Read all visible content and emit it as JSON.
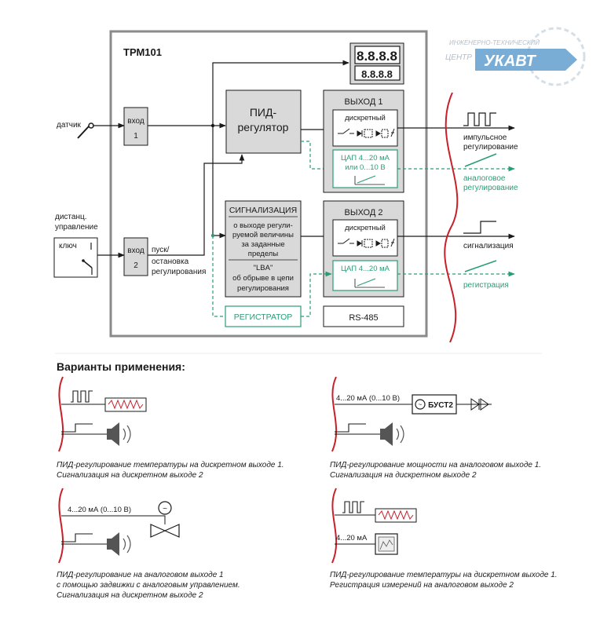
{
  "device": {
    "title": "ТРМ101",
    "display_top": "8.8.8.8",
    "display_bottom": "8.8.8.8"
  },
  "watermark": {
    "line1": "ИНЖЕНЕРНО-ТЕХНИЧЕСКИЙ",
    "line2": "ЦЕНТР",
    "logo": "УКАВТ"
  },
  "inputs": {
    "sensor_label": "датчик",
    "input1": [
      "вход",
      "1"
    ],
    "remote_label": [
      "дистанц.",
      "управление"
    ],
    "key_label": "ключ",
    "input2": [
      "вход",
      "2"
    ],
    "start_stop": [
      "пуск/",
      "остановка",
      "регулирования"
    ]
  },
  "pid": {
    "lines": [
      "ПИД-",
      "регулятор"
    ]
  },
  "output1": {
    "title": "ВЫХОД 1",
    "discrete": "дискретный",
    "dac": [
      "ЦАП 4...20 мА",
      "или 0...10 В"
    ]
  },
  "alarm": {
    "title": "СИГНАЛИЗАЦИЯ",
    "lines1": [
      "о выходе регули-",
      "руемой величины",
      "за заданные",
      "пределы"
    ],
    "lines2": [
      "\"LBA\"",
      "об обрыве в цепи",
      "регулирования"
    ]
  },
  "output2": {
    "title": "ВЫХОД 2",
    "discrete": "дискретный",
    "dac": "ЦАП 4...20 мА"
  },
  "recorder": "РЕГИСТРАТОР",
  "rs485": "RS-485",
  "right_labels": {
    "impulse": [
      "импульсное",
      "регулирование"
    ],
    "analog": [
      "аналоговое",
      "регулирование"
    ],
    "alarm": "сигнализация",
    "registration": "регистрация"
  },
  "variants": {
    "heading": "Варианты применения:",
    "items": [
      {
        "caption": [
          "ПИД-регулирование температуры на дискретном выходе 1.",
          "Сигнализация на дискретном выходе 2"
        ]
      },
      {
        "signal": "4...20 мА (0...10 В)",
        "device": "БУСТ2",
        "caption": [
          "ПИД-регулирование мощности на аналоговом выходе 1.",
          "Сигнализация на дискретном выходе 2"
        ]
      },
      {
        "signal": "4...20 мА (0...10 В)",
        "caption": [
          "ПИД-регулирование на аналоговом выходе 1",
          "с помощью задвижки с аналоговым управлением.",
          "Сигнализация на дискретном выходе 2"
        ]
      },
      {
        "signal": "4...20 мА",
        "caption": [
          "ПИД-регулирование температуры на дискретном выходе 1.",
          "Регистрация измерений на аналоговом выходе 2"
        ]
      }
    ]
  },
  "colors": {
    "line": "#1a1a1a",
    "frame": "#8a8a8a",
    "block_fill": "#d9d9d9",
    "green": "#2a9d78",
    "red": "#c8202a",
    "watermark": "#9aa8b8"
  }
}
